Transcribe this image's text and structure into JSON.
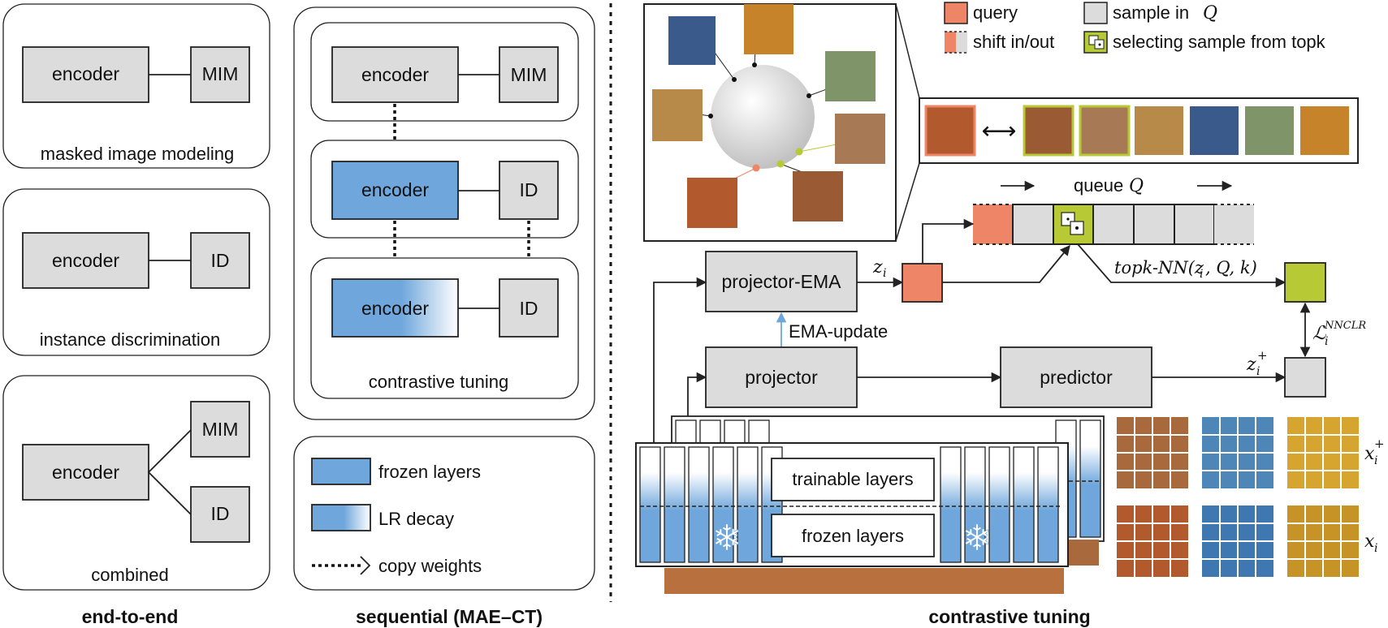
{
  "panels": {
    "e2e": {
      "title": "end-to-end",
      "mim": {
        "encoder": "encoder",
        "head": "MIM",
        "caption": "masked image modeling"
      },
      "id": {
        "encoder": "encoder",
        "head": "ID",
        "caption": "instance discrimination"
      },
      "combined": {
        "encoder": "encoder",
        "head_top": "MIM",
        "head_bottom": "ID",
        "caption": "combined"
      }
    },
    "seq": {
      "title": "sequential (MAE–CT)",
      "stage1": {
        "encoder": "encoder",
        "head": "MIM"
      },
      "stage2": {
        "encoder": "encoder",
        "head": "ID"
      },
      "stage3": {
        "encoder": "encoder",
        "head": "ID",
        "caption": "contrastive tuning"
      },
      "legend": {
        "frozen": "frozen layers",
        "lr_decay": "LR decay",
        "copy": "copy weights"
      }
    },
    "ct": {
      "title": "contrastive tuning",
      "legend": {
        "query": "query",
        "shift": "shift in/out",
        "sample": "sample in",
        "sample_sym": "Q",
        "select": "selecting sample from topk"
      },
      "queue_label": "queue",
      "queue_sym": "Q",
      "projector_ema": "projector-EMA",
      "projector": "projector",
      "predictor": "predictor",
      "ema_update": "EMA-update",
      "z_i": "z",
      "z_i_sub": "i",
      "z_plus": "z",
      "z_plus_sub": "i",
      "z_plus_sup": "+",
      "topk": "topk-NN(z",
      "topk_rest": ", Q, k)",
      "loss": "ℒ",
      "loss_sub": "i",
      "loss_sup": "NNCLR",
      "trainable": "trainable layers",
      "frozen": "frozen layers",
      "x_plus": "x",
      "x_plus_sub": "i",
      "x_plus_sup": "+",
      "x_i": "x",
      "x_i_sub": "i",
      "arrow_left": "⟷"
    }
  },
  "colors": {
    "frozen_blue": "#6fa7dc",
    "query_orange": "#ee8566",
    "sample_gray": "#dcdcdc",
    "select_green": "#b7c934",
    "ema_arrow": "#6fa7dc"
  }
}
